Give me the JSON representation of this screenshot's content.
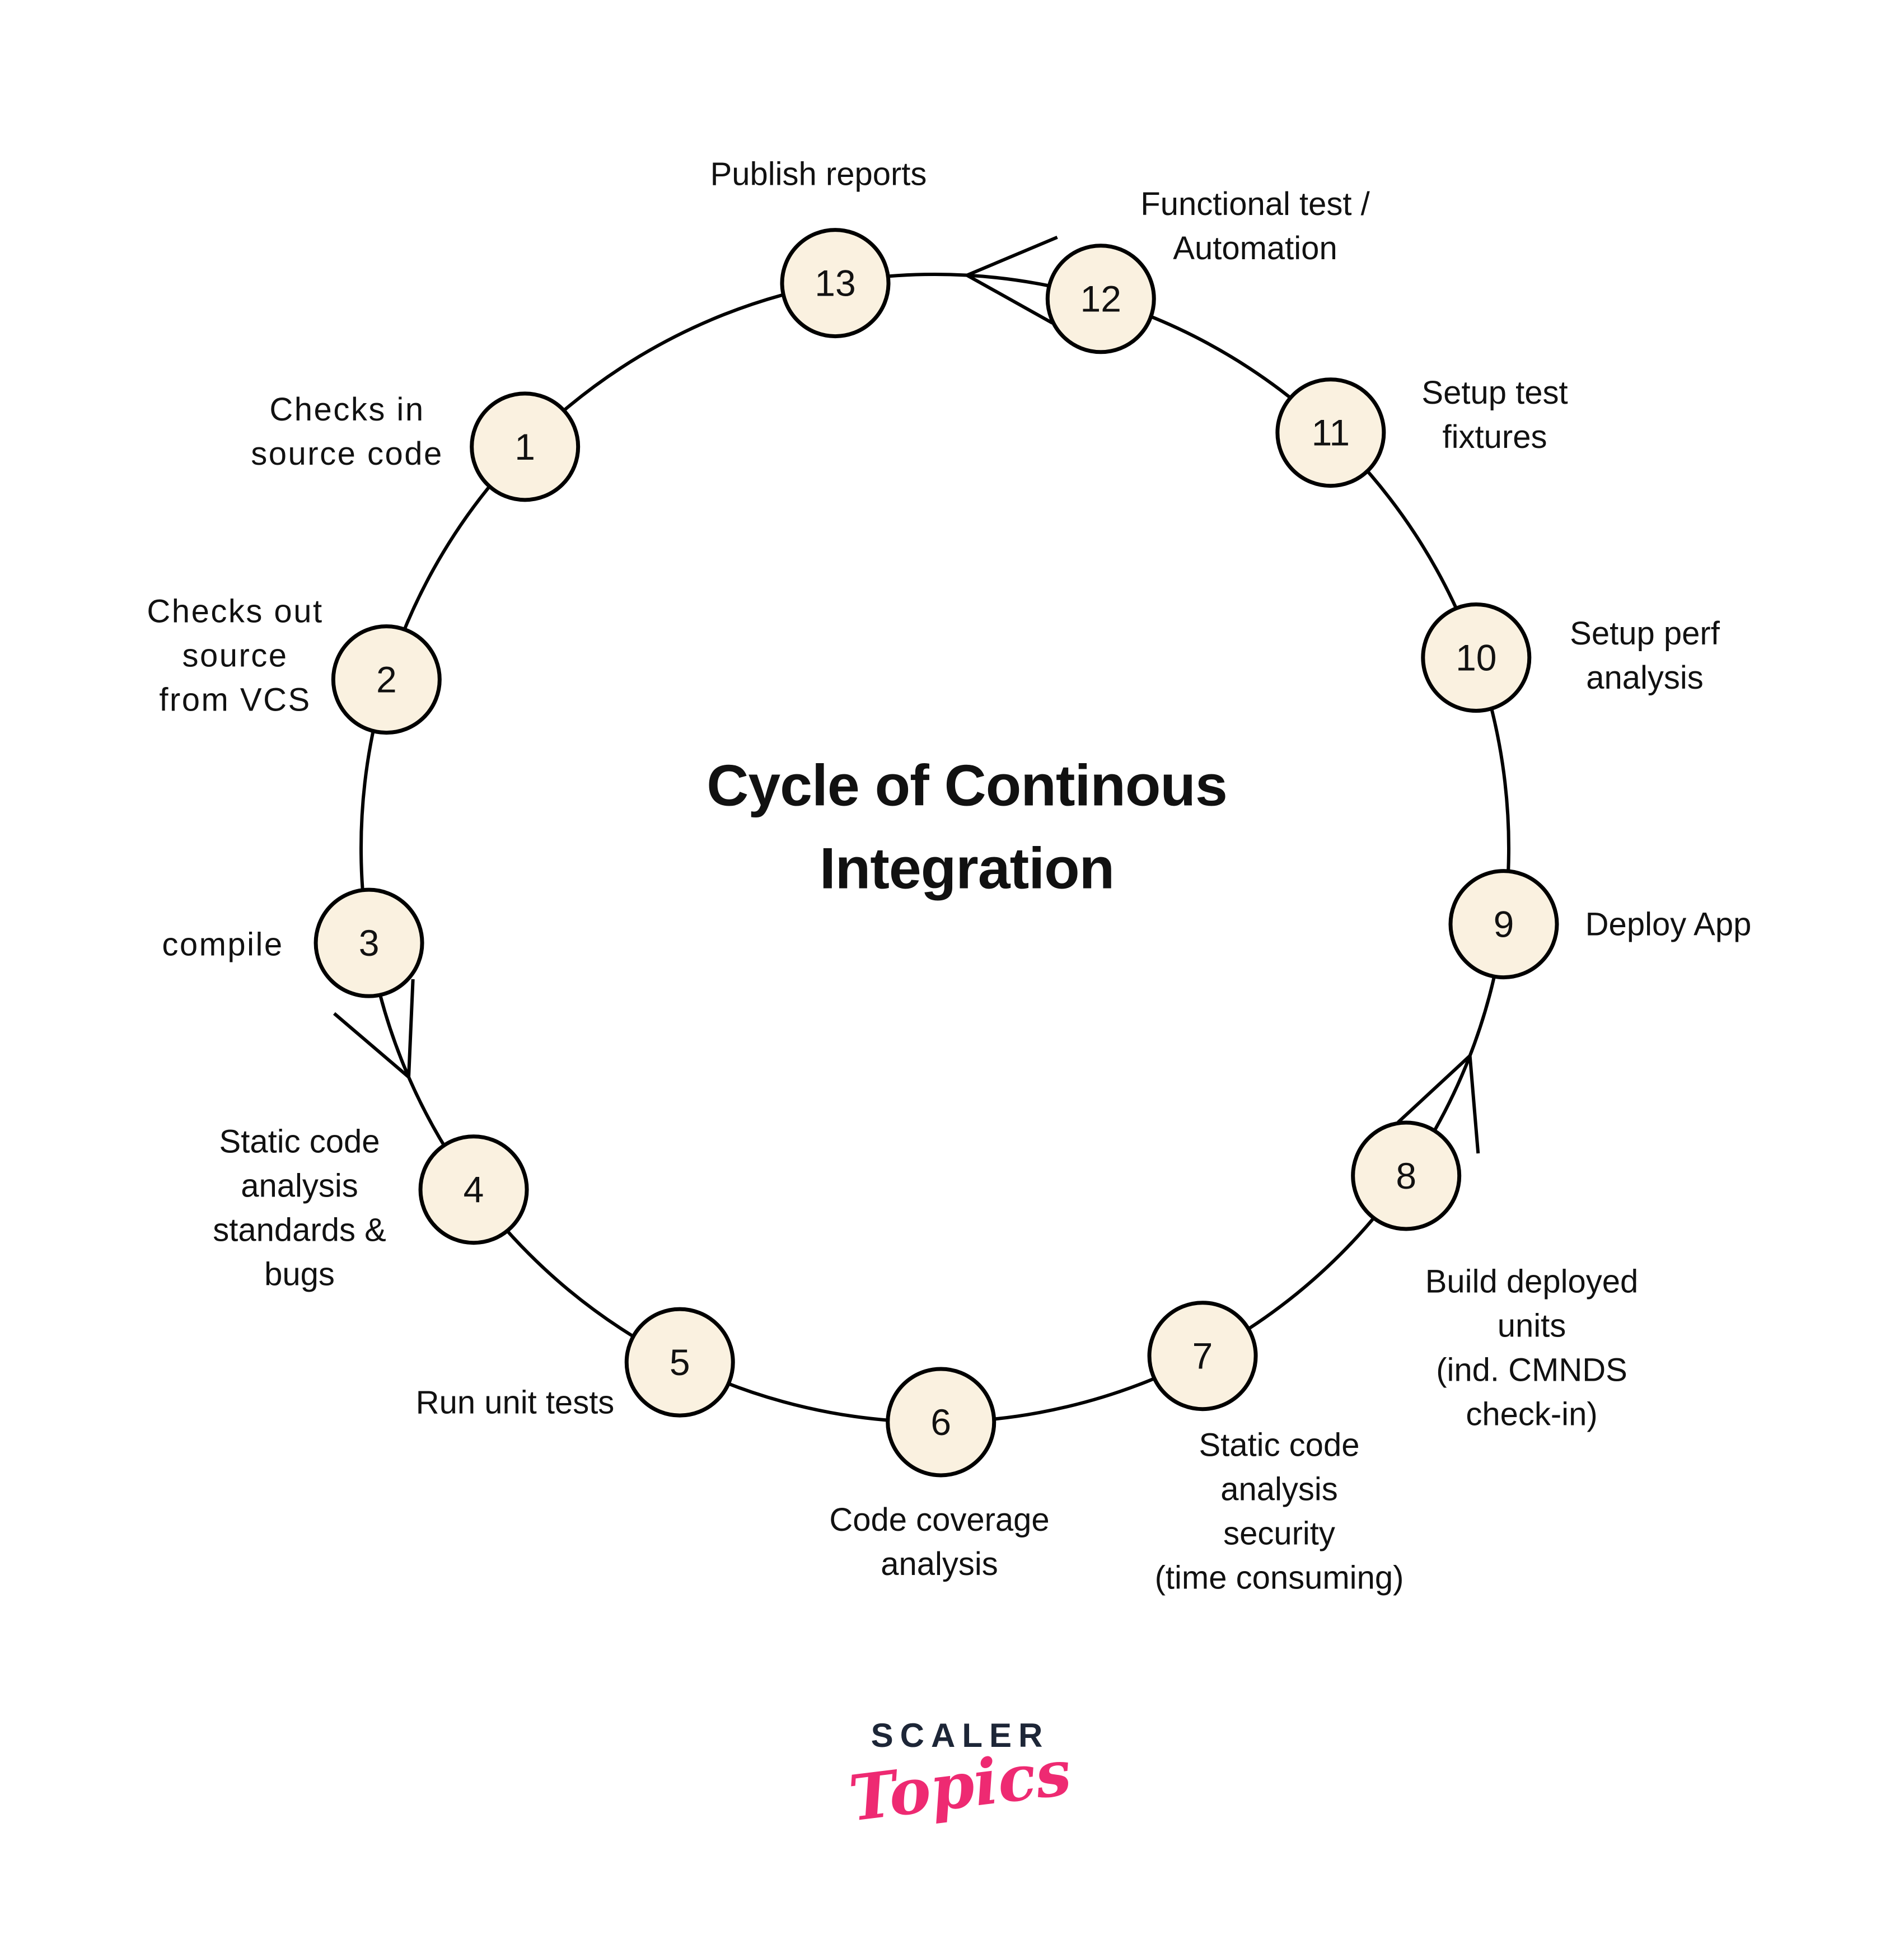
{
  "title": "Cycle of Continous\nIntegration",
  "steps": [
    {
      "num": "1",
      "label": "Checks in\nsource code"
    },
    {
      "num": "2",
      "label": "Checks out\nsource\nfrom VCS"
    },
    {
      "num": "3",
      "label": "compile"
    },
    {
      "num": "4",
      "label": "Static code\nanalysis\nstandards &\nbugs"
    },
    {
      "num": "5",
      "label": "Run unit tests"
    },
    {
      "num": "6",
      "label": "Code coverage\nanalysis"
    },
    {
      "num": "7",
      "label": "Static code\nanalysis\nsecurity\n(time consuming)"
    },
    {
      "num": "8",
      "label": "Build deployed\nunits\n(ind. CMNDS\ncheck-in)"
    },
    {
      "num": "9",
      "label": "Deploy App"
    },
    {
      "num": "10",
      "label": "Setup perf\nanalysis"
    },
    {
      "num": "11",
      "label": "Setup test\nfixtures"
    },
    {
      "num": "12",
      "label": "Functional test /\nAutomation"
    },
    {
      "num": "13",
      "label": "Publish reports"
    }
  ],
  "logo": {
    "brand": "SCALER",
    "sub": "Topics"
  },
  "colors": {
    "node_fill": "#faf1e0",
    "node_stroke": "#000000",
    "text": "#111111",
    "logo_navy": "#1d2637",
    "logo_pink": "#ee2a72"
  }
}
